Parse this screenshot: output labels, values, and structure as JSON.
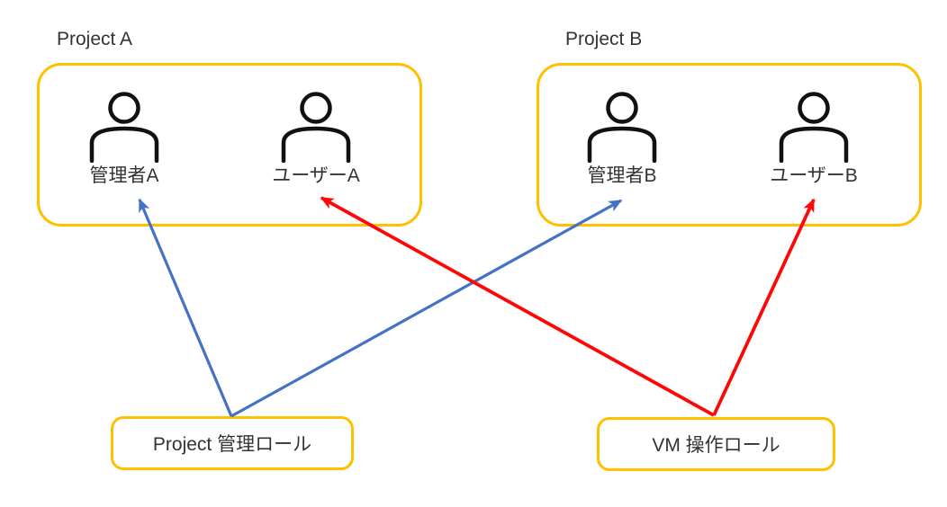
{
  "canvas": {
    "background": "#ffffff"
  },
  "colors": {
    "box_border": "#FFC000",
    "admin_arrow": "#4472C4",
    "user_arrow": "#FF0707",
    "text": "#333333",
    "person_icon": "#111111"
  },
  "projects": [
    {
      "title": "Project A",
      "members": [
        {
          "name": "管理者A"
        },
        {
          "name": "ユーザーA"
        }
      ]
    },
    {
      "title": "Project B",
      "members": [
        {
          "name": "管理者B"
        },
        {
          "name": "ユーザーB"
        }
      ]
    }
  ],
  "roles": [
    {
      "label": "Project 管理ロール",
      "arrow_color": "#4472C4",
      "assigned_to": [
        "管理者A",
        "管理者B"
      ]
    },
    {
      "label": "VM 操作ロール",
      "arrow_color": "#FF0707",
      "assigned_to": [
        "ユーザーA",
        "ユーザーB"
      ]
    }
  ]
}
